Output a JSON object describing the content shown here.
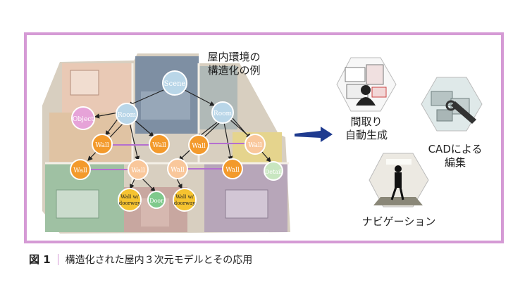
{
  "diagram": {
    "title_line1": "屋内環境の",
    "title_line2": "構造化の例",
    "nodes": {
      "scene": "Scene",
      "room_left": "Room",
      "room_right": "Room",
      "object": "Object",
      "wall": "Wall",
      "door": "Door",
      "wall_doorway": "Wall w/ doorway",
      "detail": "Detail"
    },
    "applications": {
      "floorplan_line1": "間取り",
      "floorplan_line2": "自動生成",
      "cad_line1": "CADによる",
      "cad_line2": "編集",
      "navigation": "ナビゲーション"
    }
  },
  "caption": {
    "number": "図 1",
    "text": "構造化された屋内３次元モデルとその応用"
  }
}
